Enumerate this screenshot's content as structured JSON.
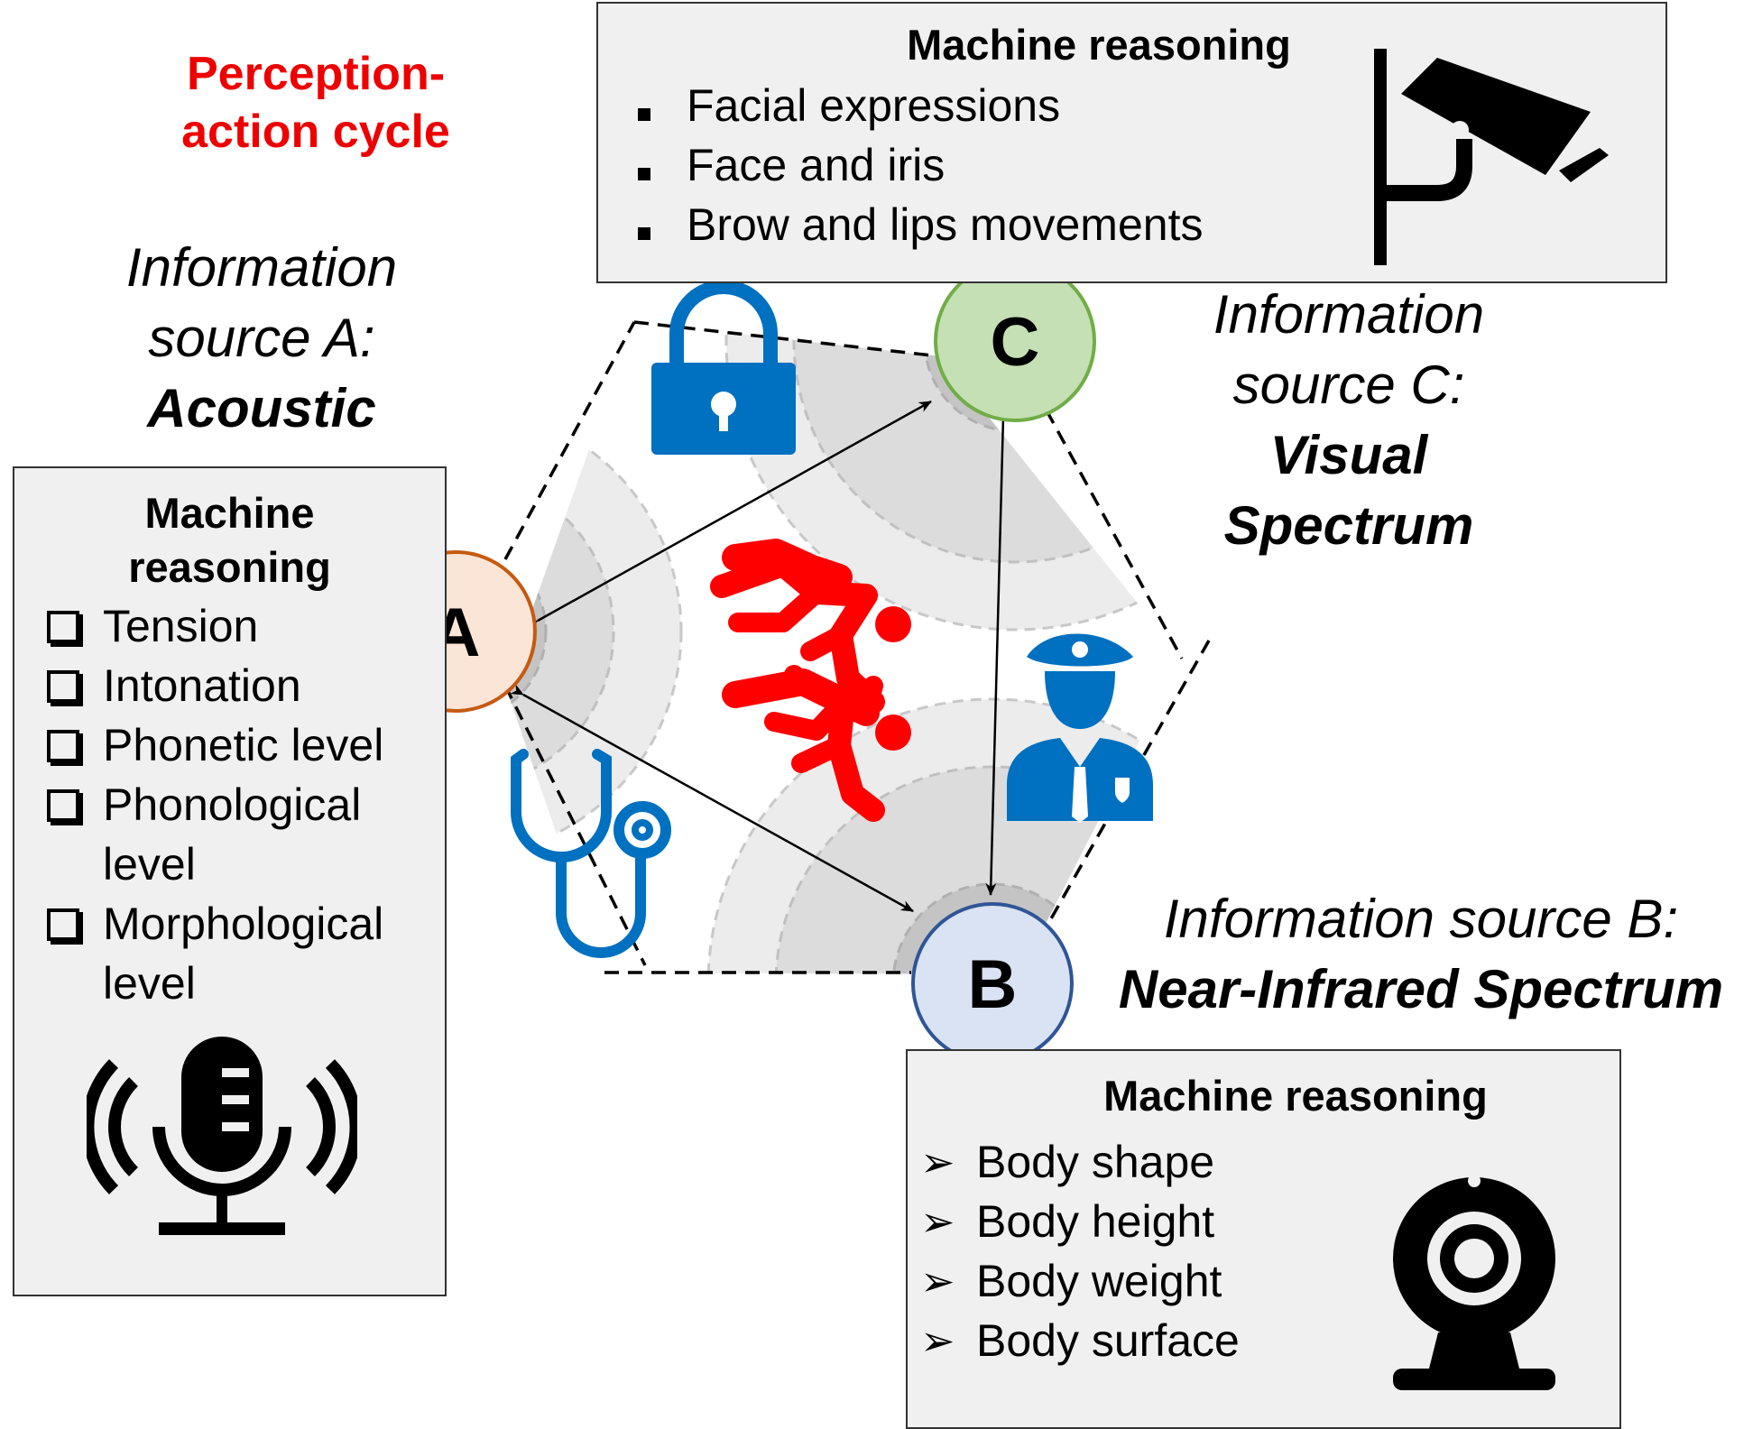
{
  "cycle_title": "Perception-action cycle",
  "sources": {
    "a": {
      "prefix": "Information source A:",
      "name": "Acoustic",
      "letter": "A"
    },
    "b": {
      "prefix": "Information source B:",
      "name": "Near-Infrared Spectrum",
      "letter": "B"
    },
    "c": {
      "prefix_line1": "Information",
      "prefix_line2": "source C:",
      "name_line1": "Visual",
      "name_line2": "Spectrum",
      "letter": "C"
    }
  },
  "box_a": {
    "title_line1": "Machine",
    "title_line2": "reasoning",
    "items": [
      "Tension",
      "Intonation",
      "Phonetic level",
      "Phonological level",
      "Morphological level"
    ]
  },
  "box_c": {
    "title": "Machine reasoning",
    "items": [
      "Facial expressions",
      "Face and iris",
      "Brow and lips movements"
    ]
  },
  "box_b": {
    "title": "Machine reasoning",
    "items": [
      "Body shape",
      "Body height",
      "Body weight",
      "Body surface"
    ]
  },
  "colors": {
    "title_red": "#ee0000",
    "node_a_fill": "#fbe5d6",
    "node_a_stroke": "#c55a11",
    "node_b_fill": "#dae3f3",
    "node_b_stroke": "#2f5597",
    "node_c_fill": "#c5e0b4",
    "node_c_stroke": "#70ad47",
    "icon_blue": "#0070c0",
    "figure_red": "#ff0000"
  },
  "icons": [
    "microphone-icon",
    "cctv-camera-icon",
    "webcam-icon",
    "padlock-icon",
    "stethoscope-icon",
    "police-officer-icon",
    "running-person-icon"
  ]
}
